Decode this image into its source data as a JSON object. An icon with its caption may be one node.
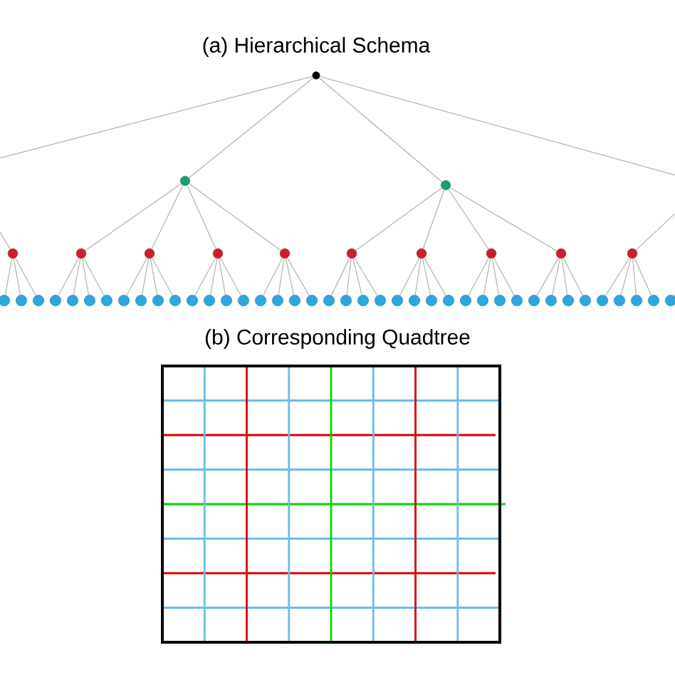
{
  "diagram": {
    "nodes": [
      {
        "text": [],
        "shape": "circle"
      },
      {
        "text": [],
        "shape": "circle"
      },
      {
        "text": [],
        "shape": "circle"
      },
      {
        "text": [],
        "shape": "circle"
      },
      {
        "text": [],
        "shape": "circle"
      },
      {
        "text": [],
        "shape": "circle"
      },
      {
        "text": [],
        "shape": "circle"
      },
      {
        "text": [],
        "shape": "circle"
      },
      {
        "text": [],
        "shape": "circle"
      },
      {
        "text": [],
        "shape": "circle"
      },
      {
        "text": [],
        "shape": "circle"
      },
      {
        "text": [],
        "shape": "circle"
      },
      {
        "text": [],
        "shape": "circle"
      },
      {
        "text": [],
        "shape": "circle"
      },
      {
        "text": [],
        "shape": "circle"
      },
      {
        "text": [],
        "shape": "circle"
      },
      {
        "text": [],
        "shape": "circle"
      },
      {
        "text": [],
        "shape": "circle"
      },
      {
        "text": [],
        "shape": "circle"
      },
      {
        "text": [],
        "shape": "circle"
      },
      {
        "text": [],
        "shape": "circle"
      },
      {
        "text": [],
        "shape": "circle"
      },
      {
        "text": [],
        "shape": "circle"
      },
      {
        "text": [],
        "shape": "circle"
      },
      {
        "text": [],
        "shape": "circle"
      },
      {
        "text": [],
        "shape": "circle"
      },
      {
        "text": [],
        "shape": "circle"
      },
      {
        "text": [],
        "shape": "circle"
      },
      {
        "text": [],
        "shape": "circle"
      },
      {
        "text": [],
        "shape": "circle"
      },
      {
        "text": [],
        "shape": "circle"
      },
      {
        "text": [],
        "shape": "circle"
      },
      {
        "text": [],
        "shape": "circle"
      },
      {
        "text": [],
        "shape": "circle"
      },
      {
        "text": [],
        "shape": "circle"
      },
      {
        "text": [],
        "shape": "circle"
      },
      {
        "text": [],
        "shape": "circle"
      },
      {
        "text": [],
        "shape": "circle"
      },
      {
        "text": [],
        "shape": "circle"
      },
      {
        "text": [],
        "shape": "circle"
      },
      {
        "text": [],
        "shape": "circle"
      },
      {
        "text": [],
        "shape": "circle"
      },
      {
        "text": [],
        "shape": "circle"
      },
      {
        "text": [],
        "shape": "circle"
      },
      {
        "text": [],
        "shape": "circle"
      },
      {
        "text": [],
        "shape": "circle"
      },
      {
        "text": [],
        "shape": "circle"
      },
      {
        "text": [],
        "shape": "circle"
      },
      {
        "text": [],
        "shape": "circle"
      },
      {
        "text": [],
        "shape": "circle"
      },
      {
        "text": [],
        "shape": "circle"
      },
      {
        "text": [],
        "shape": "circle"
      },
      {
        "text": [],
        "shape": "circle"
      }
    ],
    "edges": [
      {
        "from": 0,
        "to": 1,
        "arrow": "none"
      },
      {
        "from": 0,
        "to": 2,
        "arrow": "none"
      },
      {
        "from": 0,
        "to": null,
        "arrow": "none"
      },
      {
        "from": 0,
        "to": null,
        "arrow": "none"
      },
      {
        "from": 1,
        "to": 4,
        "arrow": "none"
      },
      {
        "from": 1,
        "to": 5,
        "arrow": "none"
      },
      {
        "from": 1,
        "to": 6,
        "arrow": "none"
      },
      {
        "from": 1,
        "to": 7,
        "arrow": "none"
      },
      {
        "from": 2,
        "to": 8,
        "arrow": "none"
      },
      {
        "from": 2,
        "to": 9,
        "arrow": "none"
      },
      {
        "from": 2,
        "to": 10,
        "arrow": "none"
      },
      {
        "from": 2,
        "to": 11,
        "arrow": "none"
      },
      {
        "from": null,
        "to": 3,
        "arrow": "none"
      },
      {
        "from": 12,
        "to": null,
        "arrow": "none"
      },
      {
        "from": 3,
        "to": 13,
        "arrow": "none"
      },
      {
        "from": 3,
        "to": 14,
        "arrow": "none"
      },
      {
        "from": 3,
        "to": 15,
        "arrow": "none"
      },
      {
        "from": 4,
        "to": 16,
        "arrow": "none"
      },
      {
        "from": 4,
        "to": 17,
        "arrow": "none"
      },
      {
        "from": 4,
        "to": 18,
        "arrow": "none"
      },
      {
        "from": 4,
        "to": 19,
        "arrow": "none"
      },
      {
        "from": 5,
        "to": 20,
        "arrow": "none"
      },
      {
        "from": 5,
        "to": 21,
        "arrow": "none"
      },
      {
        "from": 5,
        "to": 22,
        "arrow": "none"
      },
      {
        "from": 5,
        "to": 23,
        "arrow": "none"
      },
      {
        "from": 6,
        "to": 24,
        "arrow": "none"
      },
      {
        "from": 6,
        "to": 25,
        "arrow": "none"
      },
      {
        "from": 6,
        "to": 26,
        "arrow": "none"
      },
      {
        "from": 6,
        "to": 27,
        "arrow": "none"
      },
      {
        "from": 7,
        "to": 28,
        "arrow": "none"
      },
      {
        "from": 7,
        "to": 29,
        "arrow": "none"
      },
      {
        "from": 7,
        "to": 30,
        "arrow": "none"
      },
      {
        "from": 7,
        "to": 31,
        "arrow": "none"
      },
      {
        "from": 8,
        "to": 32,
        "arrow": "none"
      },
      {
        "from": 8,
        "to": 33,
        "arrow": "none"
      },
      {
        "from": 8,
        "to": 34,
        "arrow": "none"
      },
      {
        "from": 8,
        "to": 35,
        "arrow": "none"
      },
      {
        "from": 9,
        "to": 36,
        "arrow": "none"
      },
      {
        "from": 9,
        "to": 37,
        "arrow": "none"
      },
      {
        "from": 9,
        "to": 38,
        "arrow": "none"
      },
      {
        "from": 9,
        "to": 39,
        "arrow": "none"
      },
      {
        "from": 10,
        "to": 40,
        "arrow": "none"
      },
      {
        "from": 10,
        "to": 41,
        "arrow": "none"
      },
      {
        "from": 10,
        "to": 42,
        "arrow": "none"
      },
      {
        "from": 10,
        "to": 43,
        "arrow": "none"
      },
      {
        "from": 11,
        "to": 44,
        "arrow": "none"
      },
      {
        "from": 11,
        "to": 45,
        "arrow": "none"
      },
      {
        "from": 11,
        "to": 46,
        "arrow": "none"
      },
      {
        "from": 11,
        "to": 47,
        "arrow": "none"
      },
      {
        "from": 12,
        "to": 48,
        "arrow": "none"
      },
      {
        "from": 12,
        "to": 49,
        "arrow": "none"
      },
      {
        "from": 12,
        "to": 50,
        "arrow": "none"
      },
      {
        "from": 12,
        "to": 51,
        "arrow": "none"
      },
      {
        "from": null,
        "to": 52,
        "arrow": "none"
      }
    ],
    "labels": [
      "(a) Hierarchical Schema",
      "(b) Corresponding Quadtree"
    ]
  }
}
